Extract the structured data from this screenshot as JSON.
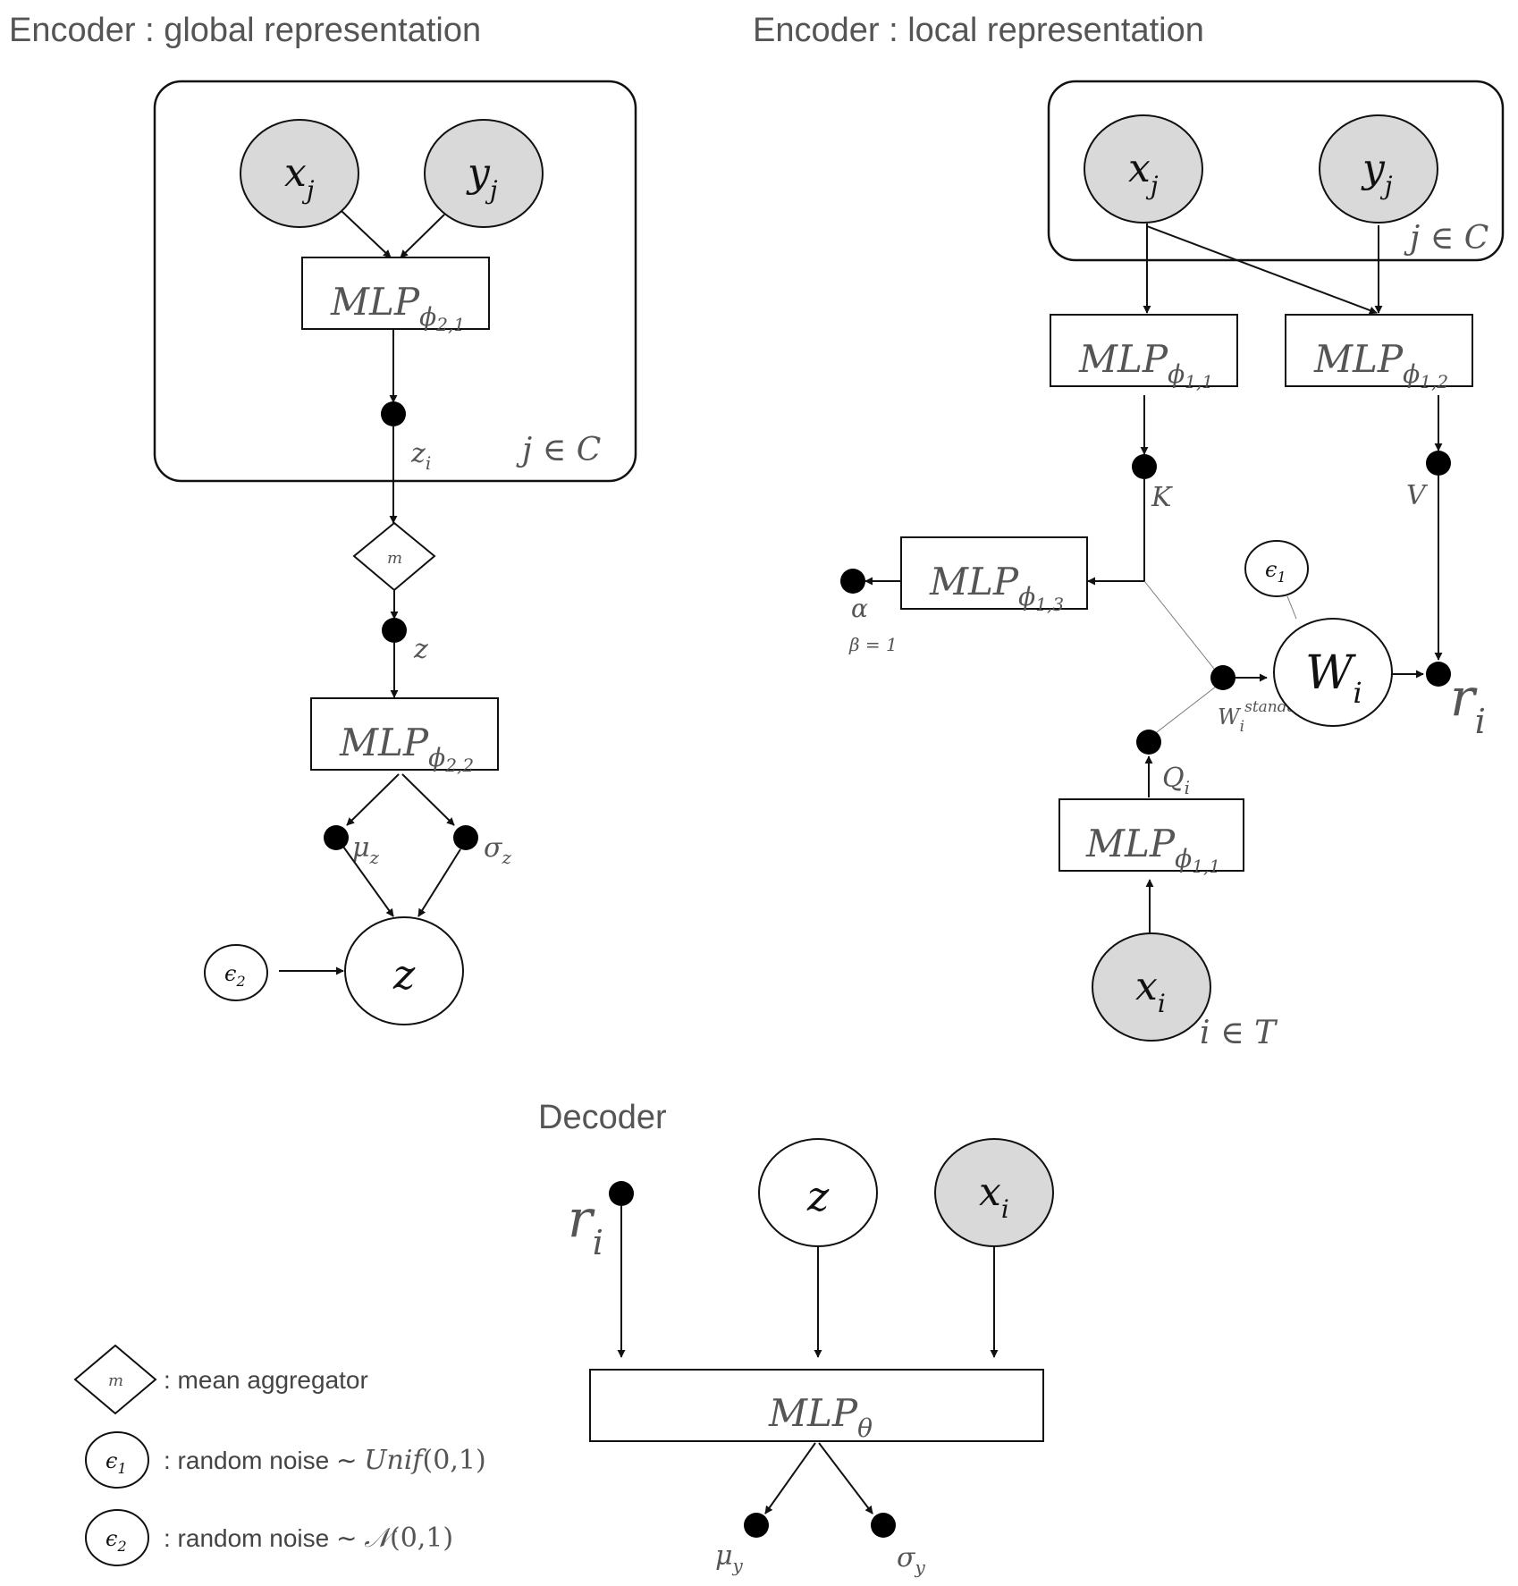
{
  "titles": {
    "global": "Encoder : global representation",
    "local": "Encoder : local representation",
    "decoder": "Decoder"
  },
  "global_encoder": {
    "node_x": "x",
    "node_x_sub": "j",
    "node_y": "y",
    "node_y_sub": "j",
    "mlp1": "MLP",
    "mlp1_sub": "ϕ",
    "mlp1_subsub": "2,1",
    "zi": "z",
    "zi_sub": "i",
    "plate": "j ∈ C",
    "aggregator": "m",
    "z_point": "z",
    "mlp2": "MLP",
    "mlp2_sub": "ϕ",
    "mlp2_subsub": "2,2",
    "mu": "μ",
    "mu_sub": "z",
    "sigma": "σ",
    "sigma_sub": "z",
    "z_node": "z",
    "eps": "ϵ",
    "eps_sub": "2"
  },
  "local_encoder": {
    "node_x": "x",
    "node_x_sub": "j",
    "node_y": "y",
    "node_y_sub": "j",
    "plate": "j ∈ C",
    "mlp11": "MLP",
    "mlp11_sub": "ϕ",
    "mlp11_subsub": "1,1",
    "mlp12": "MLP",
    "mlp12_sub": "ϕ",
    "mlp12_subsub": "1,2",
    "K": "K",
    "V": "V",
    "mlp13": "MLP",
    "mlp13_sub": "ϕ",
    "mlp13_subsub": "1,3",
    "alpha": "α",
    "beta": "β = 1",
    "eps": "ϵ",
    "eps_sub": "1",
    "W": "W",
    "W_sub": "i",
    "W_std": "W",
    "W_std_sub": "i",
    "W_std_sup": "standard",
    "r": "r",
    "r_sub": "i",
    "Q": "Q",
    "Q_sub": "i",
    "mlp11b": "MLP",
    "mlp11b_sub": "ϕ",
    "mlp11b_subsub": "1,1",
    "node_xi": "x",
    "node_xi_sub": "i",
    "plate_T": "i ∈ T"
  },
  "decoder": {
    "r": "r",
    "r_sub": "i",
    "z": "z",
    "x": "x",
    "x_sub": "i",
    "mlp": "MLP",
    "mlp_sub": "θ",
    "mu": "μ",
    "mu_sub": "y",
    "sigma": "σ",
    "sigma_sub": "y"
  },
  "legend": {
    "agg_symbol": "m",
    "agg_label": ": mean aggregator",
    "eps1_symbol": "ϵ",
    "eps1_sub": "1",
    "eps1_label": ": random noise ∼ ",
    "eps1_dist": "Unif",
    "eps1_args": "(0,1)",
    "eps2_symbol": "ϵ",
    "eps2_sub": "2",
    "eps2_label": ": random noise  ∼ ",
    "eps2_dist": "𝒩",
    "eps2_args": "(0,1)"
  }
}
